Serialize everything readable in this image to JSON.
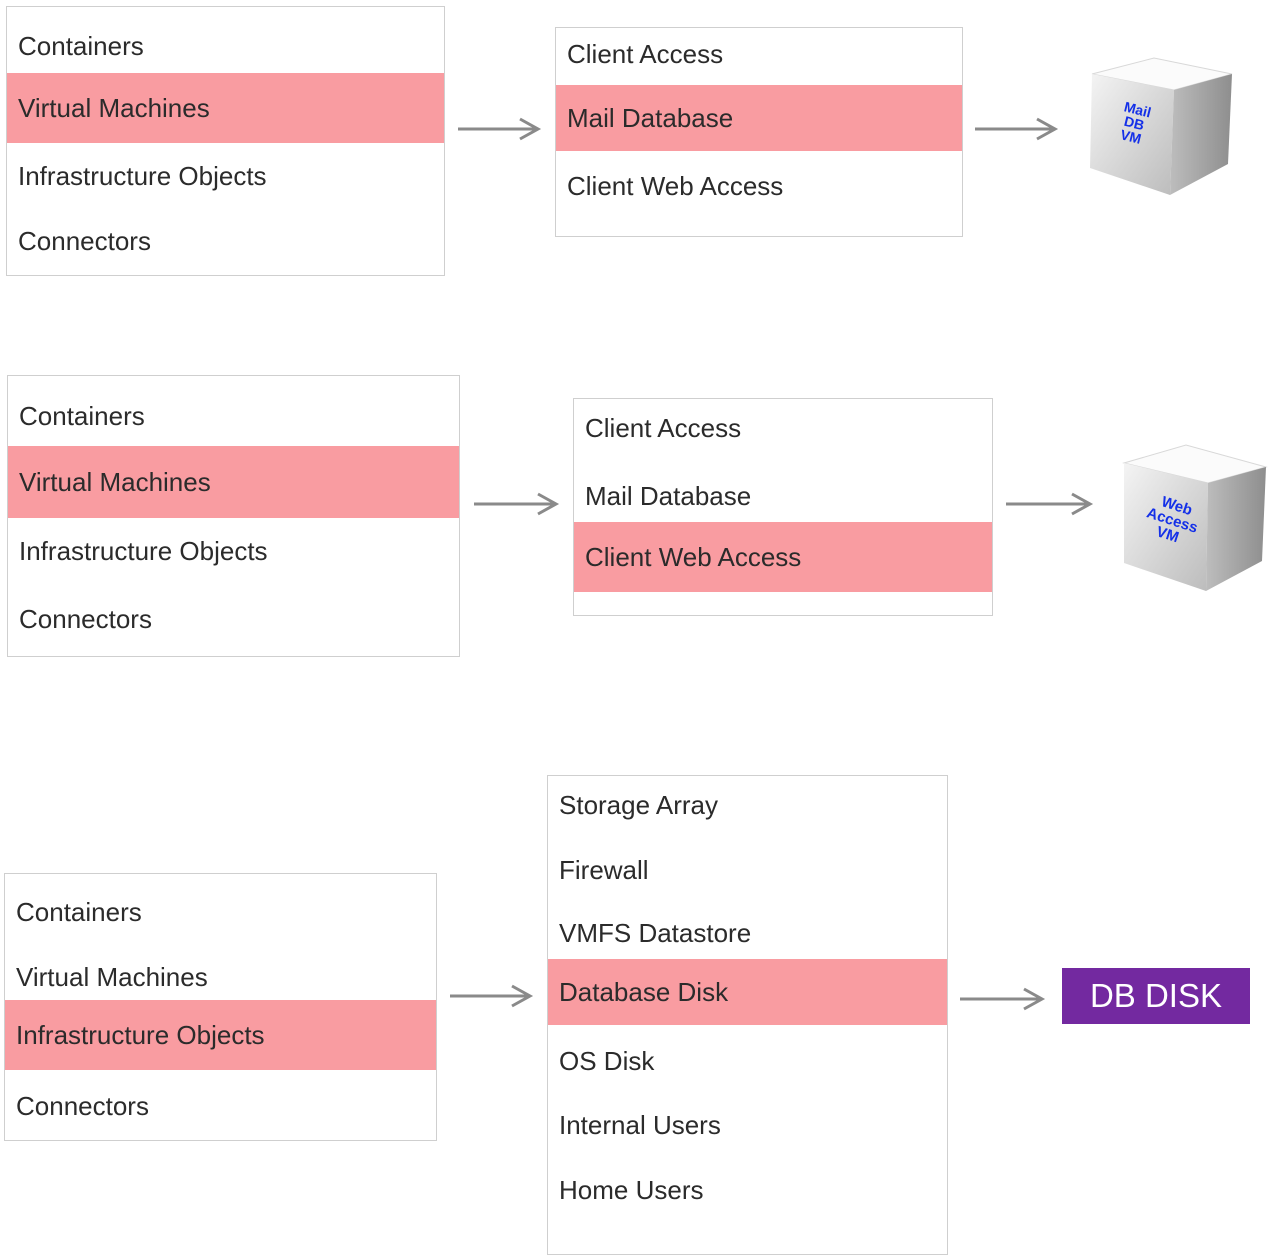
{
  "colors": {
    "highlight": "#f99ca1",
    "arrow": "#8a8a8a",
    "disk": "#7329a0",
    "cube_text": "#1430e8"
  },
  "row1": {
    "categories": [
      "Containers",
      "Virtual Machines",
      "Infrastructure Objects",
      "Connectors"
    ],
    "selected_category": "Virtual Machines",
    "objects": [
      "Client Access",
      "Mail Database",
      "Client Web Access"
    ],
    "selected_object": "Mail Database",
    "result": {
      "type": "cube",
      "lines": [
        "Mail",
        "DB",
        "VM"
      ]
    }
  },
  "row2": {
    "categories": [
      "Containers",
      "Virtual Machines",
      "Infrastructure Objects",
      "Connectors"
    ],
    "selected_category": "Virtual Machines",
    "objects": [
      "Client Access",
      "Mail Database",
      "Client Web Access"
    ],
    "selected_object": "Client Web Access",
    "result": {
      "type": "cube",
      "lines": [
        "Web",
        "Access",
        "VM"
      ]
    }
  },
  "row3": {
    "categories": [
      "Containers",
      "Virtual Machines",
      "Infrastructure Objects",
      "Connectors"
    ],
    "selected_category": "Infrastructure Objects",
    "objects": [
      "Storage Array",
      "Firewall",
      "VMFS Datastore",
      "Database Disk",
      "OS Disk",
      "Internal Users",
      "Home Users"
    ],
    "selected_object": "Database Disk",
    "result": {
      "type": "label",
      "text": "DB DISK"
    }
  }
}
